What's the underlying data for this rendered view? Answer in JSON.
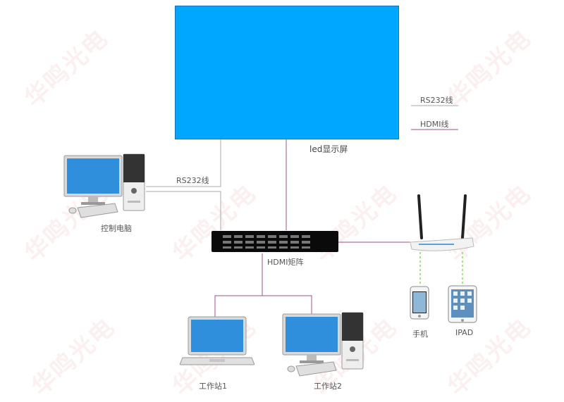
{
  "watermark": "华鸣光电",
  "colors": {
    "led_screen": "#00a7ff",
    "rs232_line": "#aaaaaa",
    "hdmi_line": "#a0508c",
    "wifi_dash": "#7ac943",
    "matrix_body": "#0a0a0a"
  },
  "screen": {
    "label": "led显示屏"
  },
  "legend": {
    "rs232": "RS232线",
    "hdmi": "HDMI线"
  },
  "control_pc": {
    "label": "控制电脑"
  },
  "rs232_label": "RS232线",
  "matrix": {
    "label": "HDMI矩阵"
  },
  "workstation1": {
    "label": "工作站1"
  },
  "workstation2": {
    "label": "工作站2"
  },
  "phone": {
    "label": "手机"
  },
  "ipad": {
    "label": "IPAD"
  }
}
